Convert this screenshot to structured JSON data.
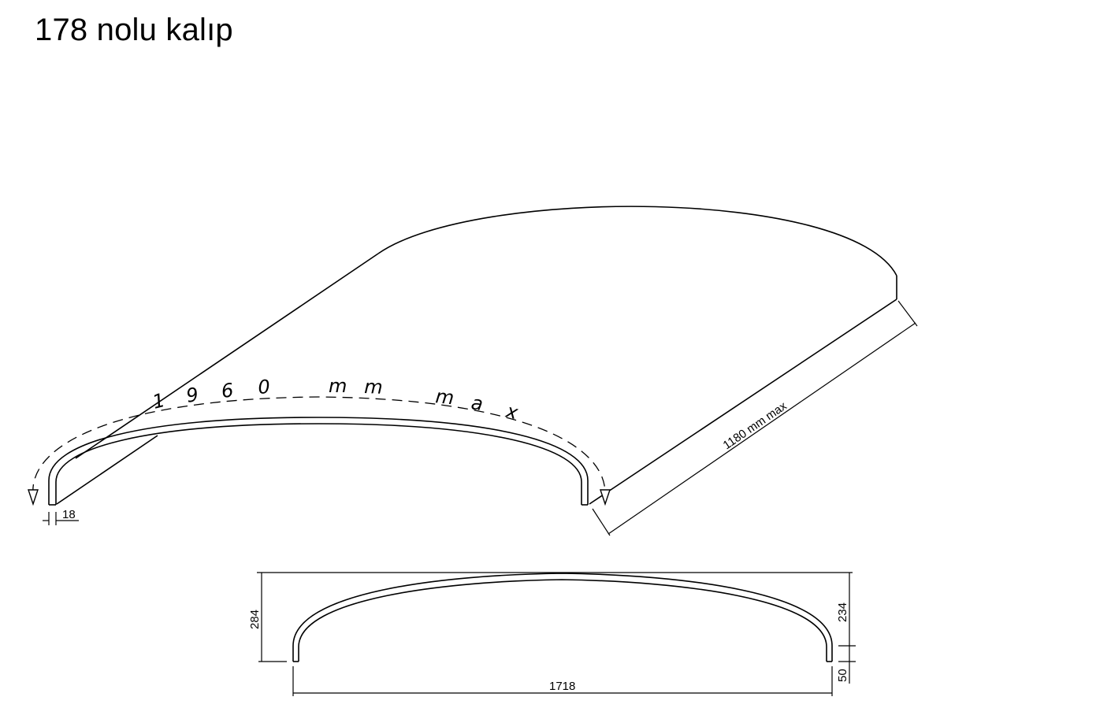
{
  "title": "178 nolu kalıp",
  "isometric_view": {
    "arc_length_label_chars": [
      "1",
      "9",
      "6",
      "0",
      "m",
      "m",
      "m",
      "a",
      "x"
    ],
    "depth_label": "1180 mm max",
    "thickness_label": "18"
  },
  "profile_view": {
    "total_height_label": "284",
    "arc_height_label": "234",
    "leg_height_label": "50",
    "span_label": "1718"
  }
}
